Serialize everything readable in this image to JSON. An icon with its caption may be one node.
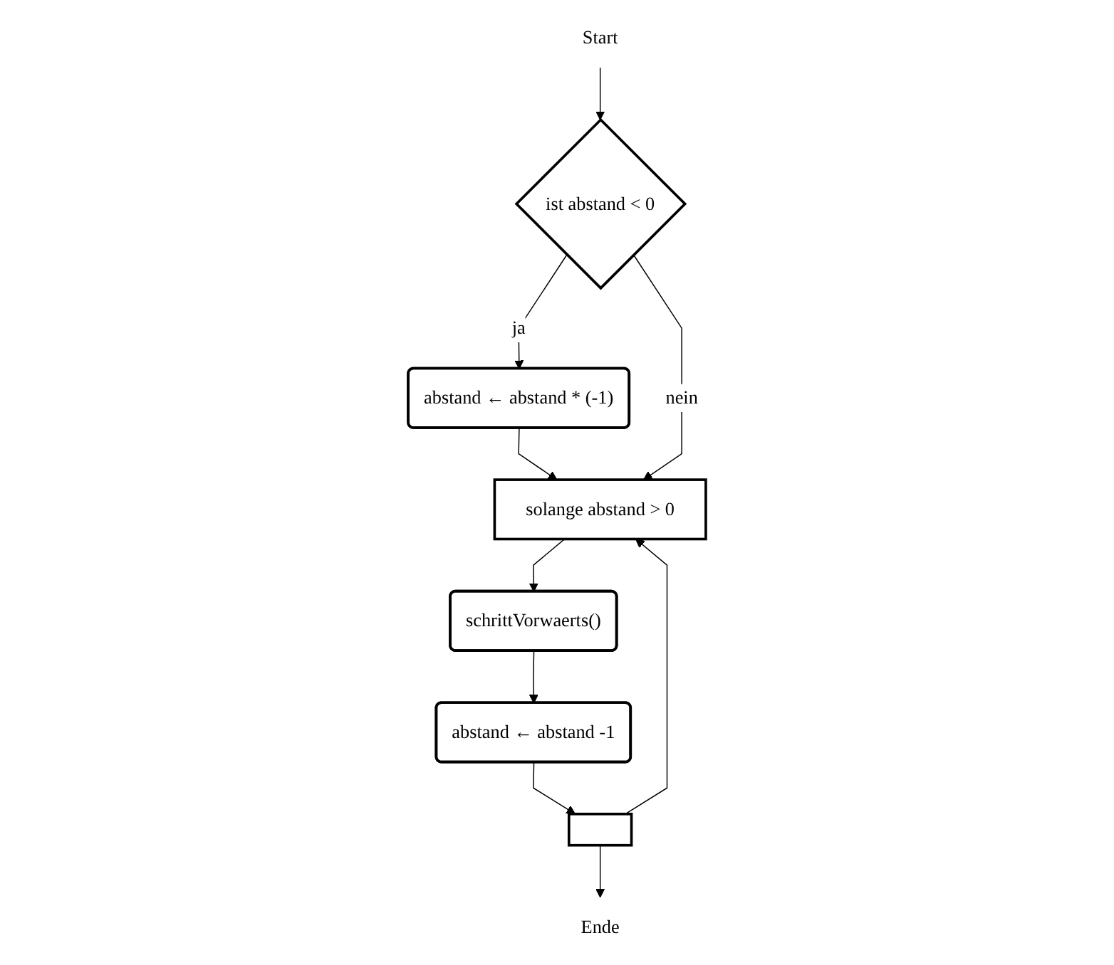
{
  "diagram": {
    "nodes": [
      {
        "text": [
          "Start"
        ]
      },
      {
        "text": [
          "ist abstand < 0"
        ]
      },
      {
        "text": [
          "abstand ← abstand * (-1)"
        ]
      },
      {
        "text": [
          "solange abstand > 0"
        ]
      },
      {
        "text": [
          "schrittVorwaerts()"
        ]
      },
      {
        "text": [
          "abstand ← abstand -1"
        ]
      },
      {
        "text": [],
        "shape": "bar"
      },
      {
        "text": [
          "Ende"
        ]
      }
    ],
    "edges": [
      {
        "from": 0,
        "to": 1,
        "arrow": "to"
      },
      {
        "from": 1,
        "to": 2,
        "arrow": "to",
        "label": "ja"
      },
      {
        "from": 2,
        "to": 3,
        "arrow": "to"
      },
      {
        "from": 1,
        "to": 3,
        "arrow": "to",
        "label": "nein"
      },
      {
        "from": 3,
        "to": 4,
        "arrow": "to"
      },
      {
        "from": 4,
        "to": 5,
        "arrow": "to"
      },
      {
        "from": 5,
        "to": 6,
        "arrow": "to"
      },
      {
        "from": 6,
        "to": 3,
        "arrow": "to"
      },
      {
        "from": 6,
        "to": 7,
        "arrow": "to"
      }
    ]
  }
}
